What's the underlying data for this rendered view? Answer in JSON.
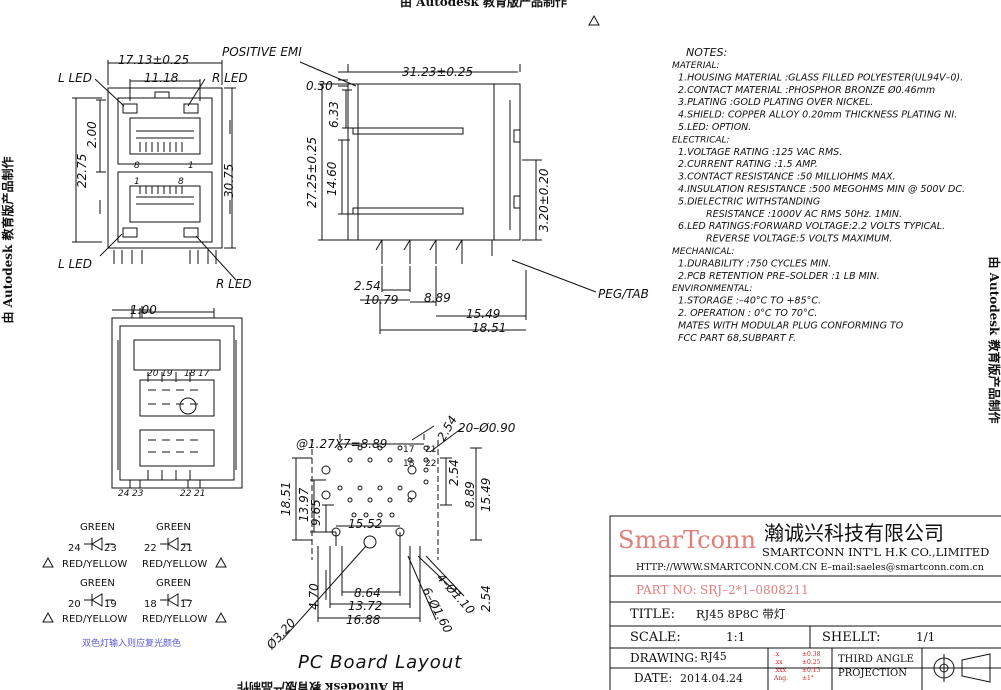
{
  "watermark": {
    "text": "由 Autodesk 教育版产品制作"
  },
  "front_view": {
    "dims": {
      "top_width": "17.13±0.25",
      "inner_width": "11.18",
      "left_h1": "2.00",
      "left_h2": "22.75",
      "right_h": "30.75"
    },
    "leds": {
      "top_left": "L LED",
      "top_right": "R LED",
      "bottom_left": "L LED",
      "bottom_right": "R LED"
    },
    "pins": {
      "a": "8",
      "b": "1",
      "c": "1",
      "d": "8"
    }
  },
  "side_view": {
    "labels": {
      "emi": "POSITIVE EMI",
      "tab": "PEG/TAB"
    },
    "dims": {
      "d030": "0.30",
      "d3123": "31.23±0.25",
      "d633": "6.33",
      "d2725": "27.25±0.25",
      "d1460": "14.60",
      "d320": "3.20±0.20",
      "d254": "2.54",
      "d1079": "10.79",
      "d889": "8.89",
      "d1549": "15.49",
      "d1851": "18.51"
    }
  },
  "bottom_view": {
    "dims": {
      "d100": "1.00"
    },
    "pins_top": [
      "20",
      "19",
      "18",
      "17"
    ],
    "pins_bottom": [
      "24",
      "23",
      "22",
      "21"
    ]
  },
  "led_legend": {
    "items": [
      {
        "color": "GREEN",
        "pins": [
          "24",
          "23"
        ],
        "sub": "RED/YELLOW"
      },
      {
        "color": "GREEN",
        "pins": [
          "22",
          "21"
        ],
        "sub": "RED/YELLOW"
      },
      {
        "color": "GREEN",
        "pins": [
          "20",
          "19"
        ],
        "sub": "RED/YELLOW"
      },
      {
        "color": "GREEN",
        "pins": [
          "18",
          "17"
        ],
        "sub": "RED/YELLOW"
      }
    ],
    "note": "双色灯输入则应复光颜色"
  },
  "pcb": {
    "title": "PC Board Layout",
    "dims": {
      "pitch": "@1.27X7=8.89",
      "holes20": "20–Ø0.90",
      "d254a": "2.54",
      "d254b": "2.54",
      "d1851": "18.51",
      "d1397": "13.97",
      "d965": "9.65",
      "d1552": "15.52",
      "d889": "8.89",
      "d1549": "15.49",
      "d864": "8.64",
      "d1372": "13.72",
      "d1688": "16.88",
      "d470": "4.70",
      "d320": "Ø3.20",
      "d160": "6–Ø1.60",
      "d110": "4–Ø1.10",
      "d254c": "2.54"
    },
    "pin_labels": [
      "17",
      "18",
      "21",
      "22"
    ]
  },
  "notes": {
    "title": "NOTES:",
    "lines": [
      "MATERIAL:",
      "1.HOUSING MATERIAL :GLASS FILLED POLYESTER(UL94V–0).",
      "2.CONTACT MATERIAL :PHOSPHOR BRONZE Ø0.46mm",
      "3.PLATING :GOLD PLATING OVER NICKEL.",
      "4.SHIELD: COPPER ALLOY 0.20mm THICKNESS PLATING NI.",
      "5.LED: OPTION.",
      "ELECTRICAL:",
      "1.VOLTAGE RATING :125 VAC RMS.",
      "2.CURRENT RATING :1.5 AMP.",
      "3.CONTACT RESISTANCE :50 MILLIOHMS MAX.",
      "4.INSULATION RESISTANCE :500 MEGOHMS MIN @ 500V DC.",
      "5.DIELECTRIC WITHSTANDING",
      "RESISTANCE :1000V AC RMS 50Hz. 1MIN.",
      "6.LED RATINGS:FORWARD VOLTAGE:2.2 VOLTS TYPICAL.",
      "REVERSE VOLTAGE:5 VOLTS MAXIMUM.",
      "MECHANICAL:",
      "1.DURABILITY :750 CYCLES MIN.",
      "2.PCB RETENTION PRE–SOLDER :1 LB MIN.",
      "ENVIRONMENTAL:",
      "1.STORAGE :–40°C TO +85°C.",
      "2. OPERATION : 0°C TO 70°C.",
      "MATES WITH MODULAR PLUG CONFORMING TO",
      "FCC PART 68,SUBPART F."
    ]
  },
  "title_block": {
    "logo": "SmarTconn",
    "company_cn": "瀚诚兴科技有限公司",
    "company_en": "SMARTCONN INT'L H.K CO.,LIMITED",
    "contact": "HTTP://WWW.SMARTCONN.COM.CN   E–mail:saeles@smartconn.com.cn",
    "part_no_label": "PART NO:",
    "part_no": "SRJ–2*1–0808211",
    "title_label": "TITLE:",
    "title_value": "RJ45  8P8C    带灯",
    "scale_label": "SCALE:",
    "scale_value": "1:1",
    "sheet_label": "SHELLT:",
    "sheet_value": "1/1",
    "drawing_label": "DRAWING:",
    "drawing_value": "RJ45",
    "date_label": "DATE:",
    "date_value": "2014.04.24",
    "tol_labels": [
      ".x",
      ".xx",
      ".xxx",
      "Ang."
    ],
    "tol_values": [
      "±0.38",
      "±0.25",
      "±0.13",
      "±1°"
    ],
    "projection_line1": "THIRD ANGLE",
    "projection_line2": "PROJECTION"
  }
}
